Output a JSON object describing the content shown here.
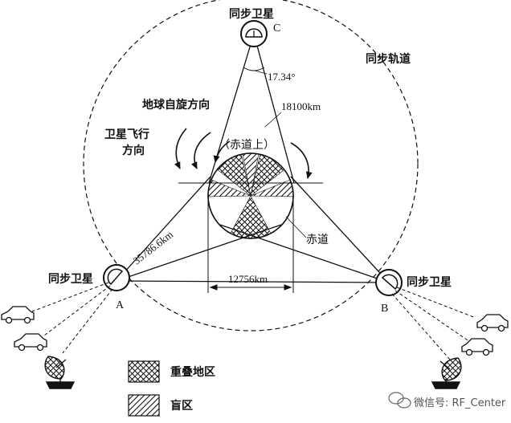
{
  "satellites": {
    "c": {
      "label": "同步卫星",
      "letter": "C"
    },
    "a": {
      "label": "同步卫星",
      "letter": "A"
    },
    "b": {
      "label": "同步卫星",
      "letter": "B"
    }
  },
  "orbit_label": "同步轨道",
  "angle_label": "17.34°",
  "slant_distance_label": "18100km",
  "earth_rotation_label": "地球自旋方向",
  "satellite_direction_label": [
    "卫星飞行",
    "方向"
  ],
  "on_equator_label": "（赤道上）",
  "equator_label": "赤道",
  "altitude_label": "35786.6km",
  "earth_diameter_label": "12756km",
  "legend": {
    "overlap": "重叠地区",
    "blind": "盲区"
  },
  "watermark": "微信号: RF_Center"
}
